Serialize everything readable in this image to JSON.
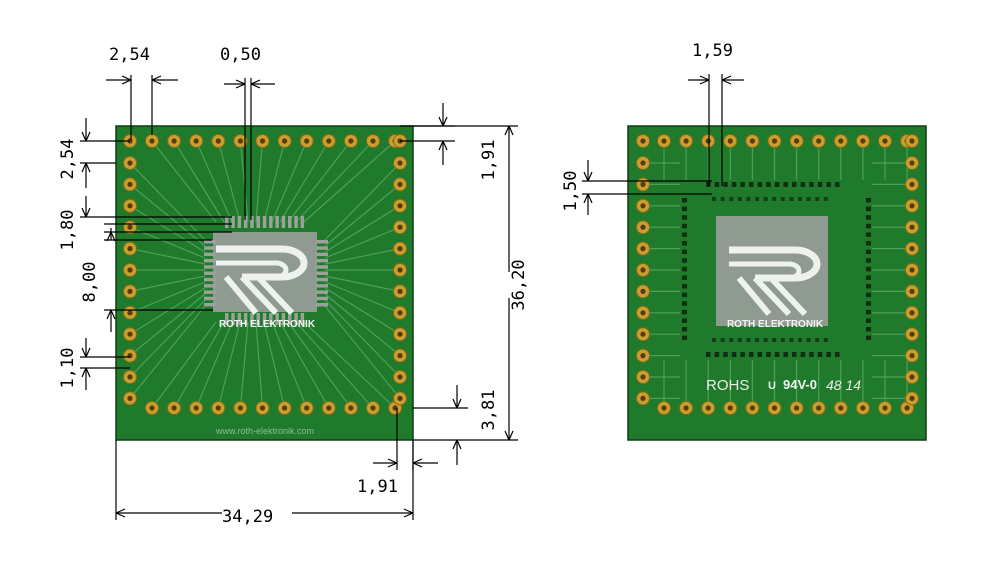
{
  "colors": {
    "board": "#1f7a2c",
    "board_edge": "#0e3d14",
    "pad": "#c8a030",
    "pad_hole": "#5a3a08",
    "copper": "#4fa05a",
    "logo_area": "#8f9a90",
    "silk": "#e8efe8",
    "dim_line": "#000000"
  },
  "dimensions": {
    "pitch_top": "2,54",
    "pad_width": "0,50",
    "pitch_side": "2,54",
    "fine_gap": "1,80",
    "chip_size": "8,00",
    "pad_small": "1,10",
    "edge_top_right": "1,91",
    "board_height": "36,20",
    "edge_bottom_right": "3,81",
    "edge_bottom": "1,91",
    "board_width": "34,29",
    "back_top": "1,59",
    "back_side": "1,50"
  },
  "front_board": {
    "brand": "ROTH ELEKTRONIK",
    "url": "www.roth-elektronik.com"
  },
  "back_board": {
    "brand": "ROTH ELEKTRONIK",
    "rohs": "ROHS",
    "rating": "94V-0",
    "date_code": "48 14"
  }
}
